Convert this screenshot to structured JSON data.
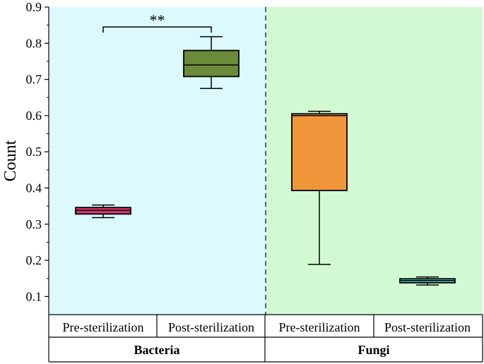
{
  "chart_data": {
    "type": "box",
    "ylabel": "Count",
    "ylim": [
      0.05,
      0.9
    ],
    "yticks": [
      0.1,
      0.2,
      0.3,
      0.4,
      0.5,
      0.6,
      0.7,
      0.8,
      0.9
    ],
    "groups": [
      {
        "name": "Bacteria",
        "background": "#dcfafe",
        "categories": [
          "Pre-sterilization",
          "Post-sterilization"
        ]
      },
      {
        "name": "Fungi",
        "background": "#d2fad2",
        "categories": [
          "Pre-sterilization",
          "Post-sterilization"
        ]
      }
    ],
    "boxes": [
      {
        "group": "Bacteria",
        "category": "Pre-sterilization",
        "min": 0.318,
        "q1": 0.328,
        "median": 0.338,
        "q3": 0.346,
        "max": 0.353,
        "color": "#d6336c"
      },
      {
        "group": "Bacteria",
        "category": "Post-sterilization",
        "min": 0.675,
        "q1": 0.708,
        "median": 0.74,
        "q3": 0.78,
        "max": 0.818,
        "color": "#6b8a3a"
      },
      {
        "group": "Fungi",
        "category": "Pre-sterilization",
        "min": 0.189,
        "q1": 0.393,
        "median": 0.6,
        "q3": 0.605,
        "max": 0.612,
        "color": "#f0963a"
      },
      {
        "group": "Fungi",
        "category": "Post-sterilization",
        "min": 0.132,
        "q1": 0.138,
        "median": 0.144,
        "q3": 0.149,
        "max": 0.154,
        "color": "#4fbfbf"
      }
    ],
    "annotations": [
      {
        "text": "**",
        "from_box": 0,
        "to_box": 1,
        "y": 0.845
      }
    ]
  }
}
